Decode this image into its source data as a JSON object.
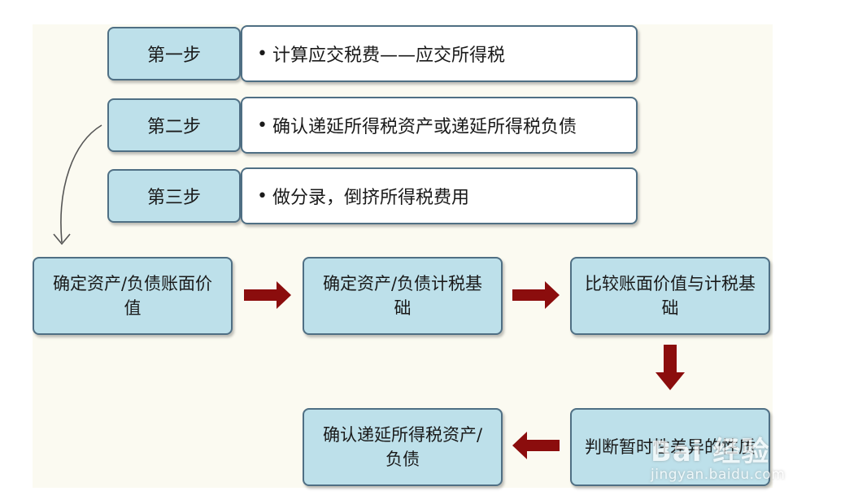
{
  "steps": [
    {
      "label": "第一步",
      "text": "计算应交税费——应交所得税"
    },
    {
      "label": "第二步",
      "text": "确认递延所得税资产或递延所得税负债"
    },
    {
      "label": "第三步",
      "text": "做分录，倒挤所得税费用"
    }
  ],
  "flow": {
    "box1": "确定资产/负债账面价值",
    "box2": "确定资产/负债计税基础",
    "box3": "比较账面价值与计税基础",
    "box4": "判断暂时性差异的性质",
    "box5": "确认递延所得税资产/负债"
  },
  "colors": {
    "box_fill": "#bde0ea",
    "box_border": "#4f6f84",
    "arrow": "#8b0d0d",
    "panel_bg": "#fbfaf1"
  },
  "watermark": {
    "brand": "Bai 经验",
    "url": "jingyan.baidu.com"
  }
}
